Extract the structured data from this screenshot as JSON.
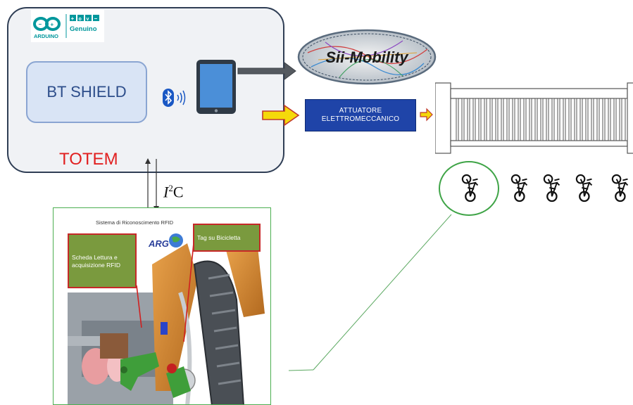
{
  "arduino": {
    "brand": "ARDUINO",
    "product": "Genuino"
  },
  "totem": {
    "label": "TOTEM",
    "bt_shield": "BT SHIELD"
  },
  "sii_mobility": {
    "label": "Sii-Mobility"
  },
  "attuatore": {
    "line1": "ATTUATORE",
    "line2": "ELETTROMECCANICO"
  },
  "i2c": {
    "base": "I",
    "sup": "2",
    "tail": "C"
  },
  "rfid": {
    "title": "Sistema di Riconoscimento RFID",
    "card_scheda": "Scheda Lettura e acquisizione RFID",
    "card_tag": "Tag su Bicicletta",
    "logo": "ARG"
  },
  "colors": {
    "totem_border": "#2f3e55",
    "totem_fill": "#f0f2f5",
    "bt_fill": "#d9e4f5",
    "totem_text": "#e12020",
    "attuatore_fill": "#1f44a8",
    "yellow_arrow": "#f5d90a",
    "highlight_green": "#3fa447",
    "card_green": "#7a9a3e",
    "card_border": "#c62828"
  },
  "icons": [
    "arduino-logo-icon",
    "bluetooth-icon",
    "signal-waves-icon",
    "tablet-icon",
    "arrow-icon",
    "bicycle-icon",
    "rack-icon"
  ]
}
